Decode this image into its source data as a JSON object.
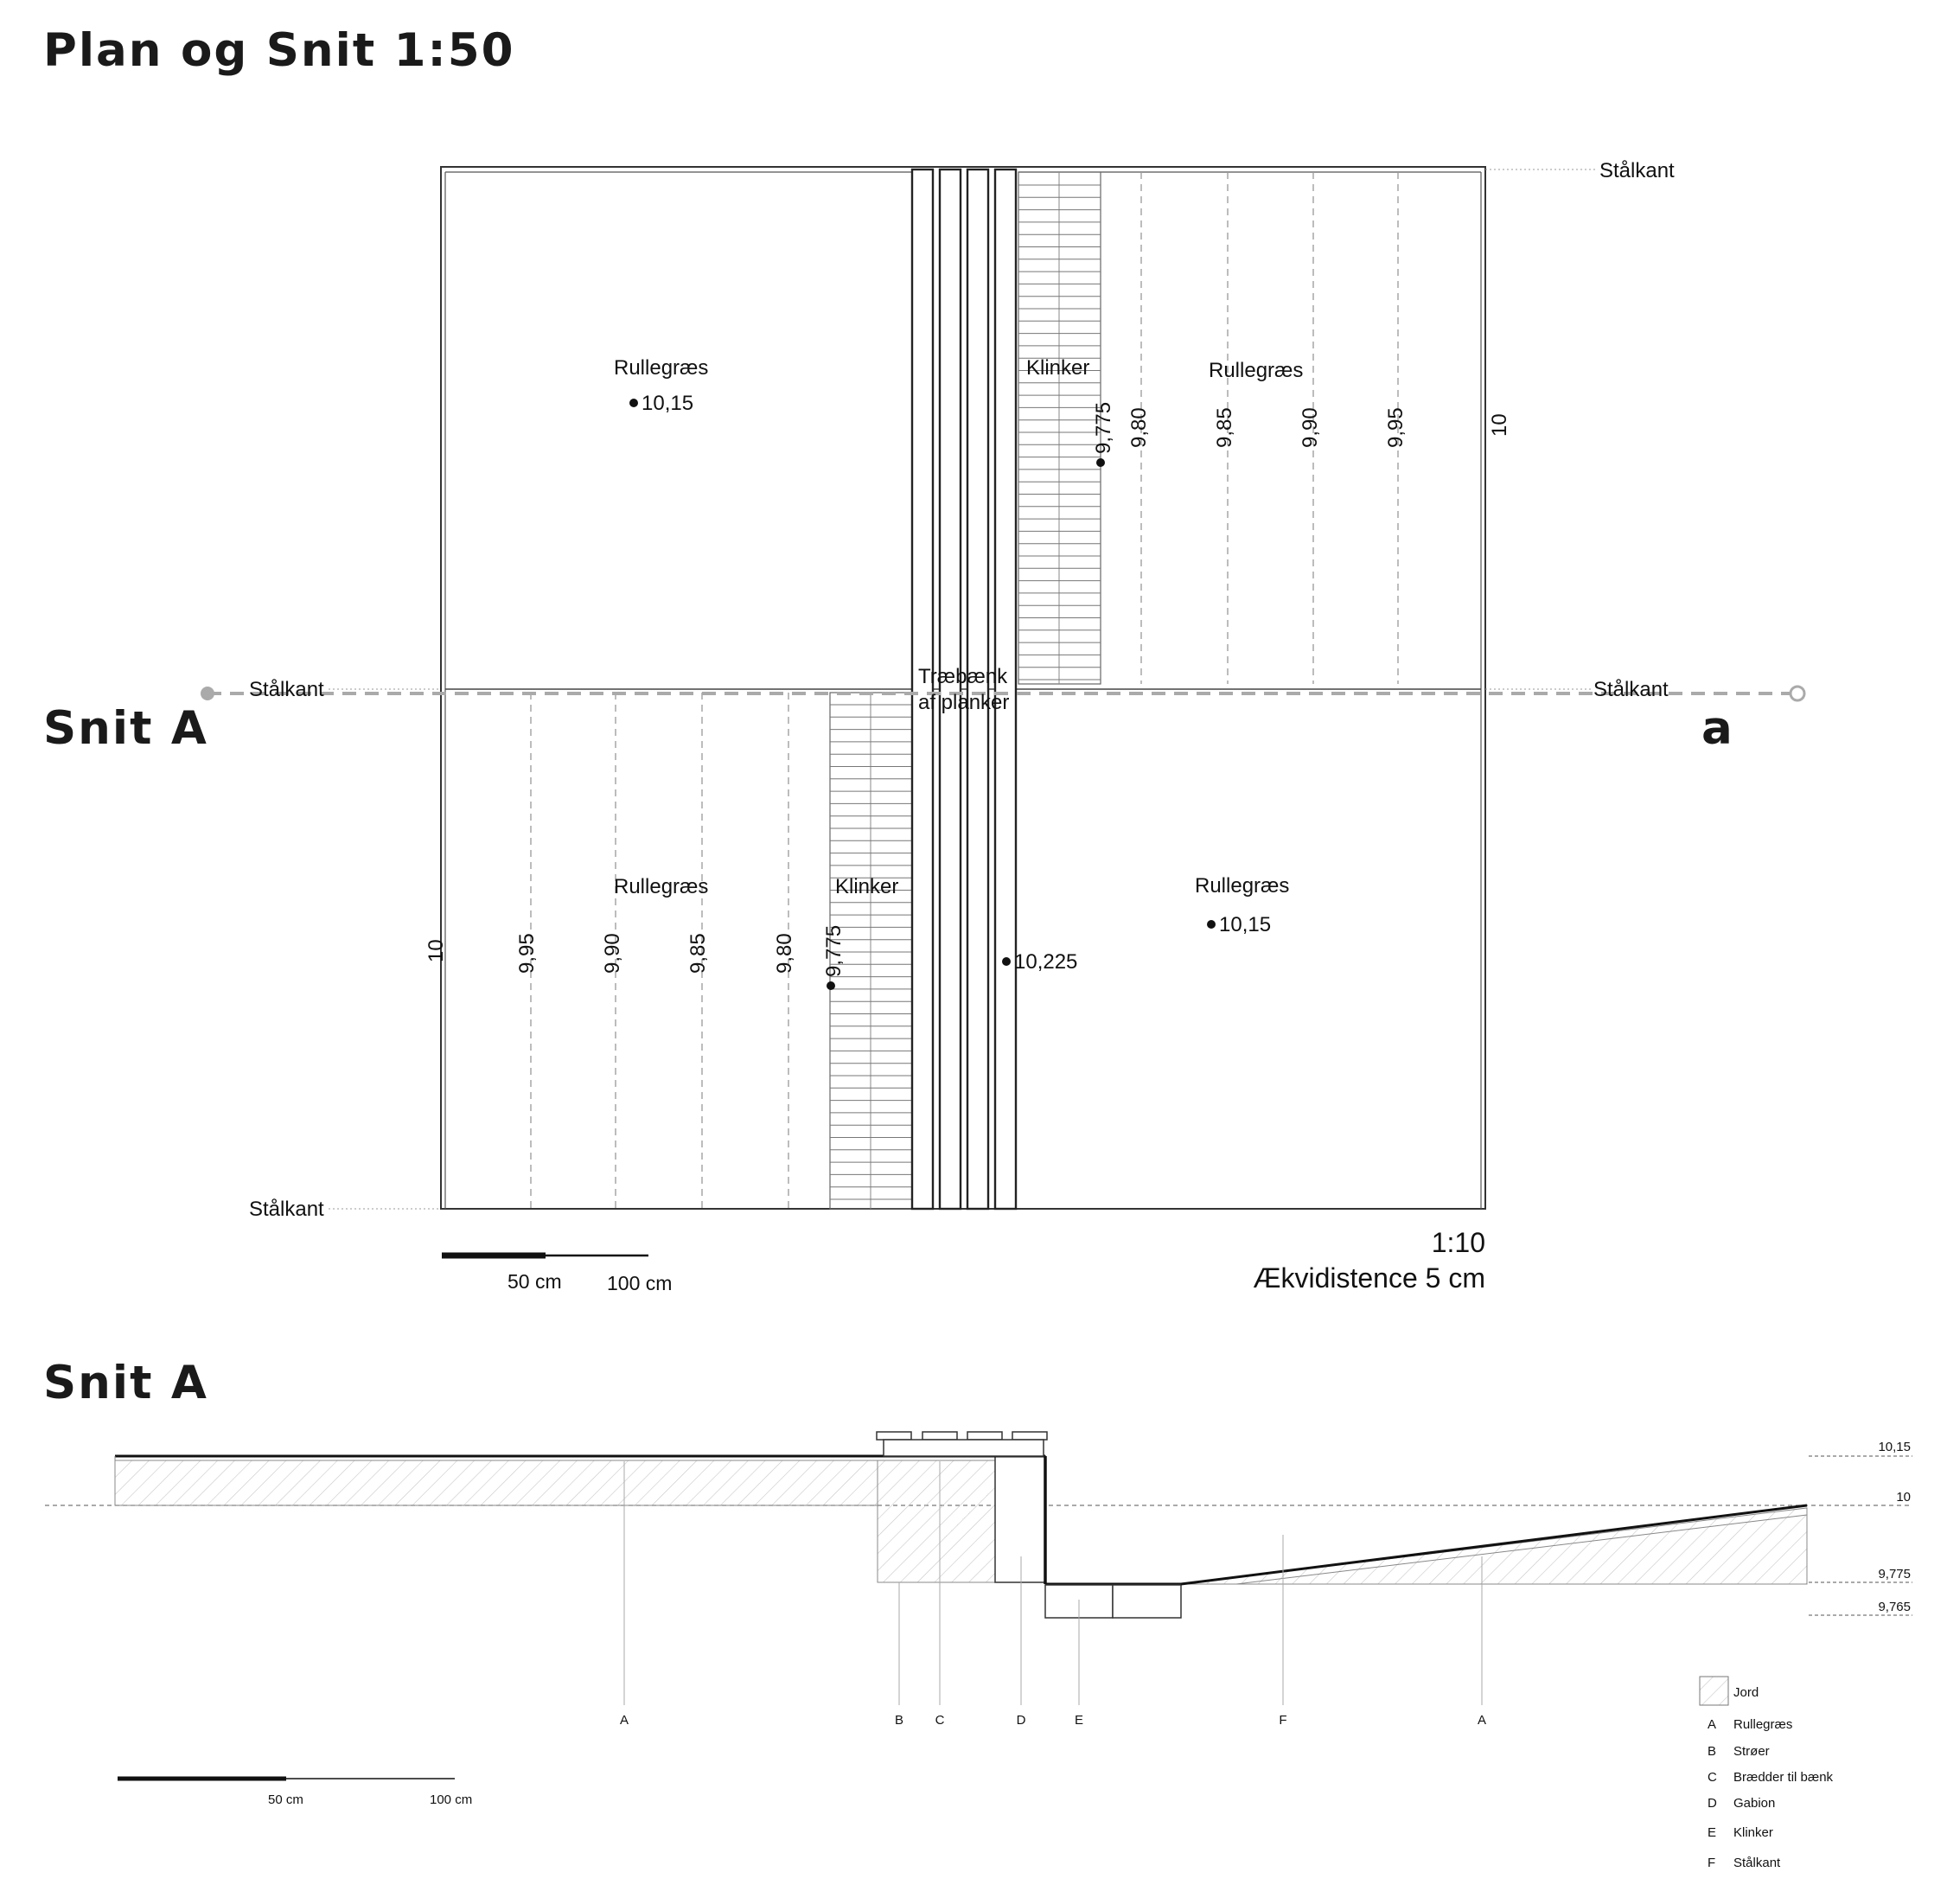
{
  "headings": {
    "main": "Plan og Snit 1:50",
    "snit_left": "Snit A",
    "snit_right": "a",
    "section": "Snit A"
  },
  "plan": {
    "steel_edge": "Stålkant",
    "bench": [
      "Træbænk",
      "af planker"
    ],
    "top_left": {
      "surface": "Rullegræs",
      "spot_level": "10,15"
    },
    "top_right": {
      "surface": "Rullegræs",
      "paving": "Klinker",
      "paving_level": "9,775",
      "contours": [
        "9,80",
        "9,85",
        "9,90",
        "9,95",
        "10"
      ]
    },
    "bottom_left": {
      "surface": "Rullegræs",
      "paving": "Klinker",
      "paving_level": "9,775",
      "contours": [
        "10",
        "9,95",
        "9,90",
        "9,85",
        "9,80"
      ]
    },
    "bottom_right": {
      "surface": "Rullegræs",
      "spot_level": "10,15"
    },
    "bench_level": "10,225",
    "scale": "1:10",
    "contour_interval": "Ækvidistence 5 cm",
    "scalebar": [
      "50 cm",
      "100 cm"
    ]
  },
  "section": {
    "levels": [
      "10,15",
      "10",
      "9,775",
      "9,765"
    ],
    "markers": [
      "A",
      "B",
      "C",
      "D",
      "E",
      "F",
      "A"
    ],
    "scalebar": [
      "50 cm",
      "100 cm"
    ],
    "legend": {
      "hatch": "Jord",
      "items": [
        {
          "key": "A",
          "label": "Rullegræs"
        },
        {
          "key": "B",
          "label": "Strøer"
        },
        {
          "key": "C",
          "label": "Brædder til bænk"
        },
        {
          "key": "D",
          "label": "Gabion"
        },
        {
          "key": "E",
          "label": "Klinker"
        },
        {
          "key": "F",
          "label": "Stålkant"
        }
      ]
    }
  }
}
